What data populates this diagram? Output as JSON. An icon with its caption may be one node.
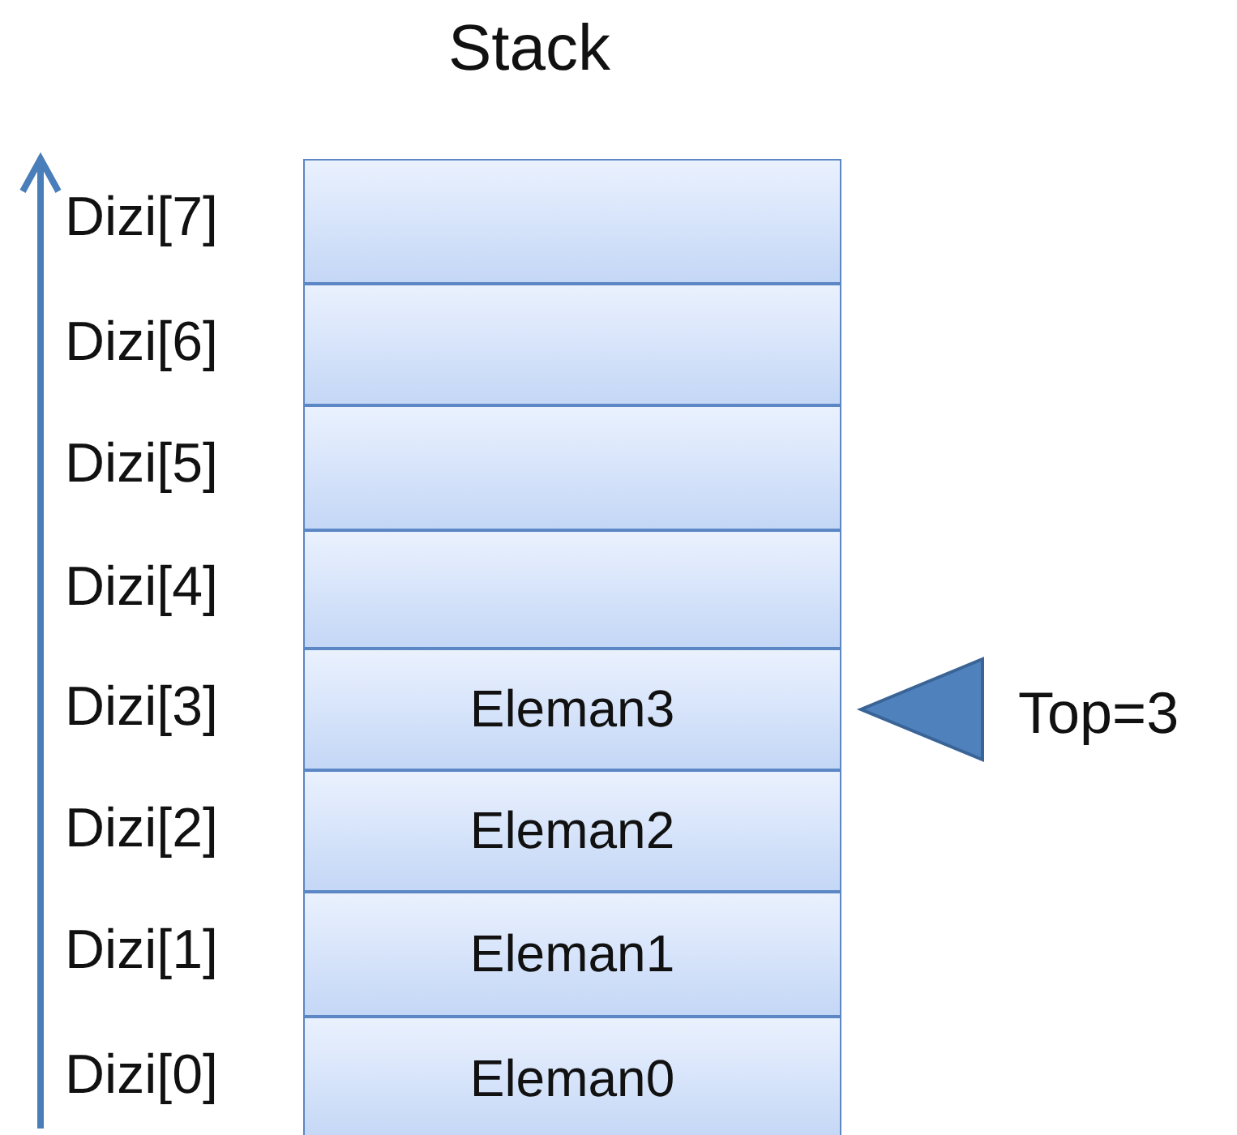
{
  "diagram": {
    "title": "Stack",
    "nodes": [
      {
        "text": [],
        "shape": "box",
        "beside": [
          "Dizi[7]"
        ]
      },
      {
        "text": [],
        "shape": "box",
        "beside": [
          "Dizi[6]"
        ]
      },
      {
        "text": [],
        "shape": "box",
        "beside": [
          "Dizi[5]"
        ]
      },
      {
        "text": [],
        "shape": "box",
        "beside": [
          "Dizi[4]"
        ]
      },
      {
        "text": [
          "Eleman3"
        ],
        "beside": [
          "Dizi[3]"
        ]
      },
      {
        "text": [
          "Eleman2"
        ],
        "beside": [
          "Dizi[2]"
        ]
      },
      {
        "text": [
          "Eleman1"
        ],
        "beside": [
          "Dizi[1]"
        ]
      },
      {
        "text": [
          "Eleman0"
        ],
        "beside": [
          "Dizi[0]"
        ]
      },
      {
        "text": [
          "Top=3"
        ]
      }
    ],
    "edges": [
      {
        "from": 8,
        "to": 4,
        "arrow": "to"
      }
    ]
  }
}
